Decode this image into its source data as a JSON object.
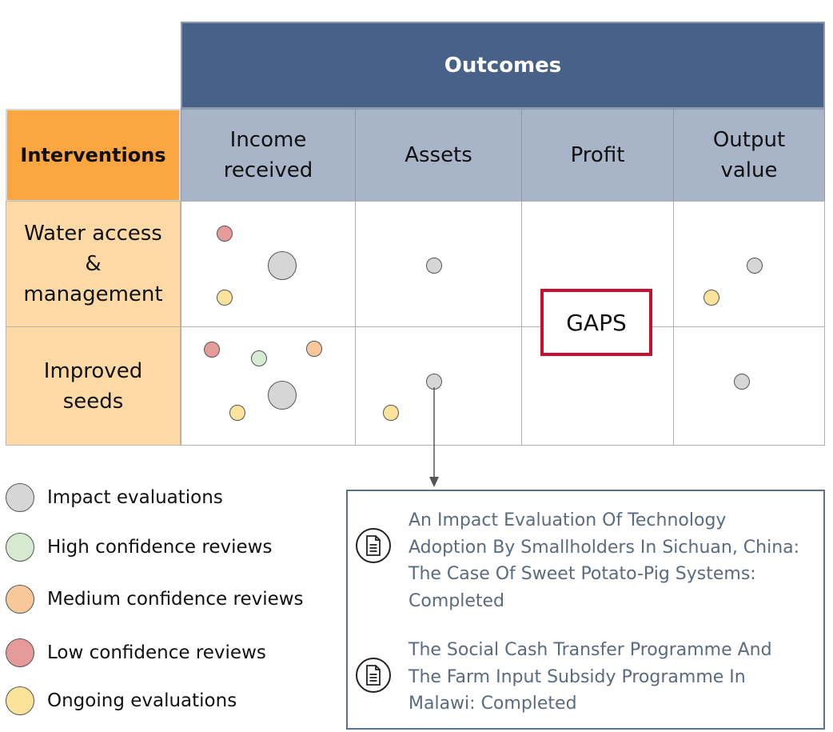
{
  "header": {
    "outcomes": "Outcomes",
    "interventions": "Interventions"
  },
  "columns": [
    "Income\nreceived",
    "Assets",
    "Profit",
    "Output\nvalue"
  ],
  "rows": [
    "Water access\n&\nmanagement",
    "Improved\nseeds"
  ],
  "gaps_label": "GAPS",
  "colors": {
    "impact": "#d6d6d6",
    "high": "#d6ead1",
    "medium": "#f8c89b",
    "low": "#e69a9a",
    "ongoing": "#fce39a"
  },
  "legend": [
    {
      "key": "impact",
      "label": "Impact evaluations"
    },
    {
      "key": "high",
      "label": "High confidence reviews"
    },
    {
      "key": "medium",
      "label": "Medium confidence reviews"
    },
    {
      "key": "low",
      "label": "Low confidence reviews"
    },
    {
      "key": "ongoing",
      "label": "Ongoing evaluations"
    }
  ],
  "references": [
    {
      "title": "An Impact Evaluation Of Technology Adoption By Smallholders In Sichuan, China: The Case Of Sweet Potato-Pig Systems: Completed",
      "icon": "document-icon"
    },
    {
      "title": "The Social Cash Transfer Programme And The Farm Input Subsidy Programme In Malawi: Completed",
      "icon": "document-icon"
    }
  ]
}
